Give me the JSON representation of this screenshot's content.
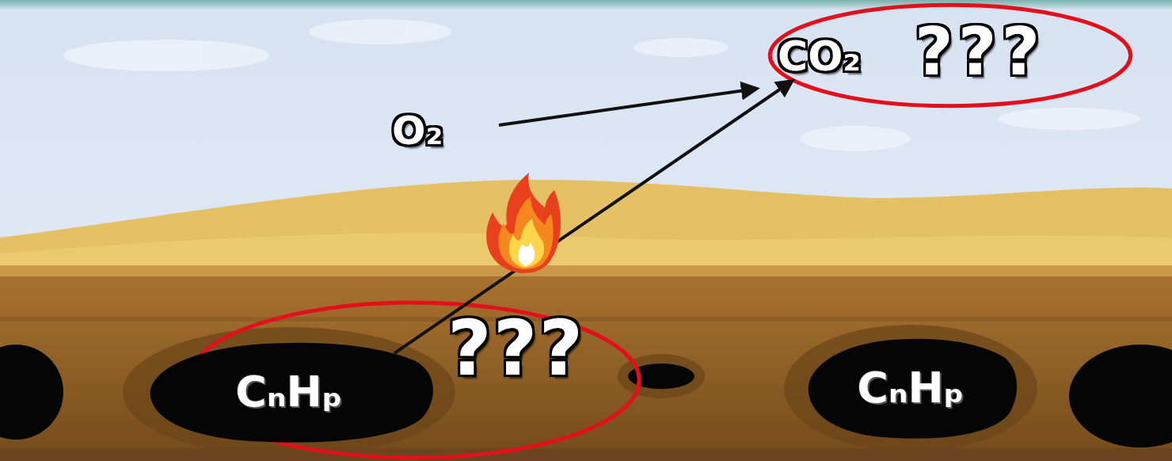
{
  "diagram": {
    "nodes": [
      {
        "text": [
          "CO₂",
          "???"
        ]
      },
      {
        "text": [
          "???"
        ]
      },
      {
        "text": [
          "CₙHₚ"
        ],
        "in": 1
      },
      {
        "text": [
          "CₙHₚ"
        ]
      }
    ],
    "edges": [
      {
        "from": 2,
        "to": 0,
        "arrow": "to"
      }
    ],
    "labels": [
      "O₂"
    ]
  }
}
